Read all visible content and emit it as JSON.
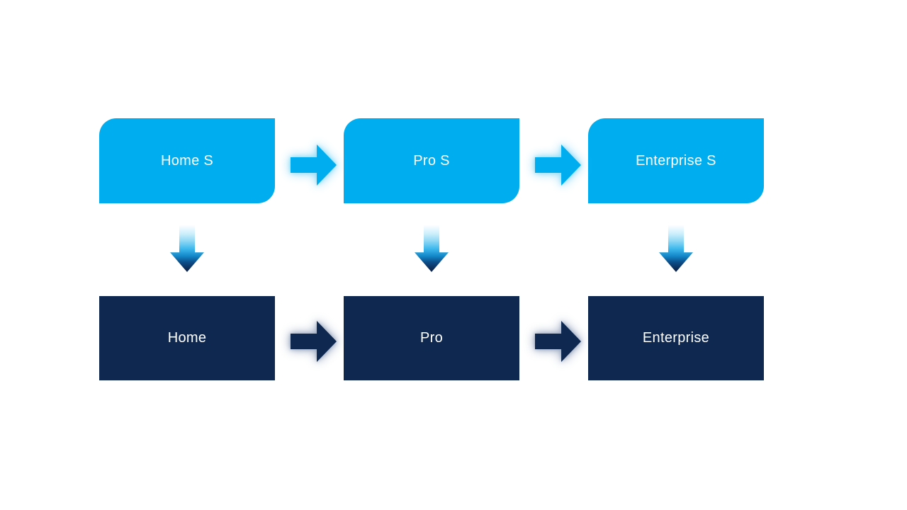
{
  "diagram": {
    "type": "process-flow",
    "columns": [
      {
        "top_label": "Home S",
        "bottom_label": "Home"
      },
      {
        "top_label": "Pro S",
        "bottom_label": "Pro"
      },
      {
        "top_label": "Enterprise S",
        "bottom_label": "Enterprise"
      }
    ]
  },
  "colors": {
    "background": "#FFFFFF",
    "cyan": "#00AEEF",
    "navy": "#0E2850",
    "text": "#FFFFFF",
    "cyan_glow": "#8FDBF7",
    "navy_glow": "#9AA8C0",
    "down_gradient_top": "#FDFEFF",
    "down_gradient_mid": "#3FB9ED",
    "down_gradient_bottom": "#0D2750"
  }
}
